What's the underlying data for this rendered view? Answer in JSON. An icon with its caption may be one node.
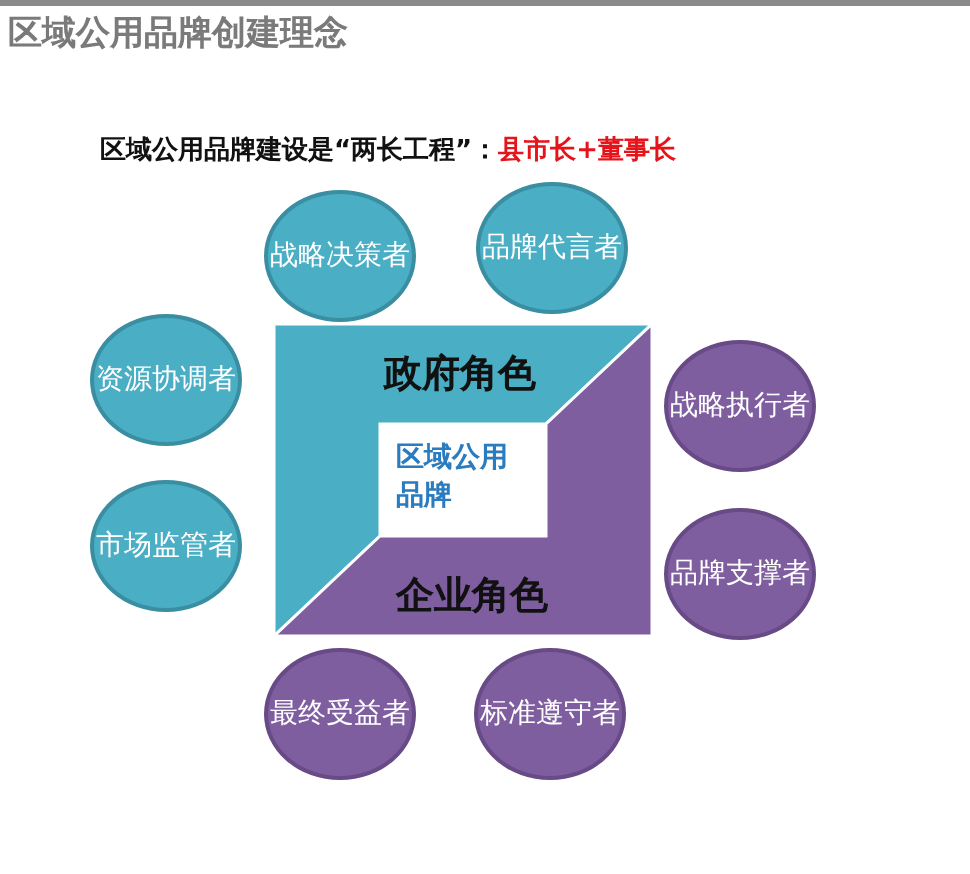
{
  "diagram": {
    "title": "区域公用品牌创建理念",
    "nodes": [
      {
        "text": [
          "战略决策者"
        ]
      },
      {
        "text": [
          "品牌代言者"
        ]
      },
      {
        "text": [
          "资源协调者"
        ]
      },
      {
        "text": [
          "政府角色"
        ]
      },
      {
        "text": [
          "战略执行者"
        ]
      },
      {
        "text": [
          "区域公用品牌"
        ]
      },
      {
        "text": [
          "市场监管者"
        ]
      },
      {
        "text": [
          "品牌支撑者"
        ]
      },
      {
        "text": [
          "企业角色"
        ]
      },
      {
        "text": [
          "最终受益者"
        ]
      },
      {
        "text": [
          "标准遵守者"
        ]
      }
    ],
    "labels": [
      "区域公用品牌建设是“两长工程”：",
      "县市长+董事长"
    ]
  }
}
